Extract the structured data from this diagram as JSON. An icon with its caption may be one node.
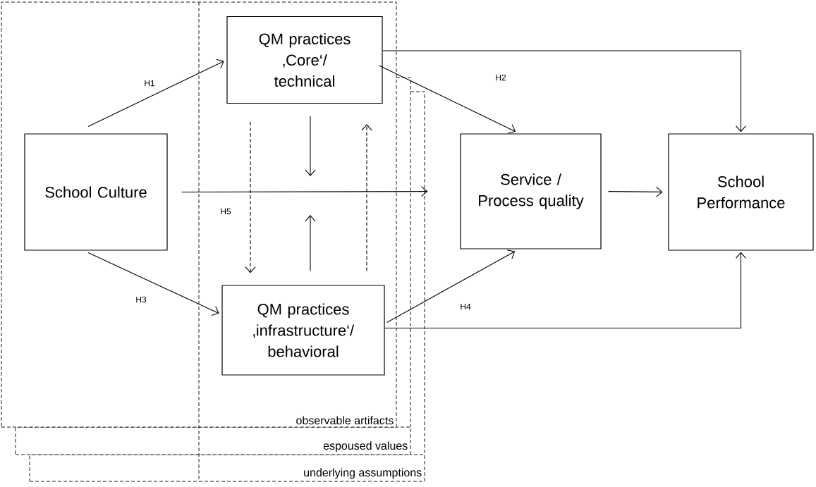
{
  "diagram": {
    "nodes": [
      {
        "text": [
          "observable artifacts"
        ]
      },
      {
        "text": [
          "espoused values"
        ]
      },
      {
        "text": [
          "underlying assumptions"
        ]
      },
      {
        "text": [
          "QM practices ‚Core‘/ technical"
        ],
        "in": 0
      },
      {
        "text": [
          "School Culture"
        ],
        "in": 0
      },
      {
        "text": [
          "QM practices ‚infrastructure‘/ behavioral"
        ],
        "in": 0
      },
      {
        "text": [
          "Service / Process quality"
        ]
      },
      {
        "text": [
          "School Performance"
        ]
      }
    ],
    "edges": [
      {
        "from": 4,
        "to": 3,
        "arrow": "to",
        "label": "H1"
      },
      {
        "from": 3,
        "to": 6,
        "arrow": "to",
        "label": "H2"
      },
      {
        "from": 4,
        "to": 5,
        "arrow": "to",
        "label": "H3"
      },
      {
        "from": 5,
        "to": 6,
        "arrow": "to",
        "label": "H4"
      },
      {
        "from": 4,
        "to": 6,
        "arrow": "to",
        "label": "H5"
      },
      {
        "from": 6,
        "to": 7,
        "arrow": "to"
      },
      {
        "from": 3,
        "to": 7,
        "arrow": "to"
      },
      {
        "from": 5,
        "to": 7,
        "arrow": "to"
      },
      {
        "from": 3,
        "to": 5,
        "arrow": "to",
        "style": "dashed"
      },
      {
        "from": 3,
        "to": null,
        "arrow": "to"
      },
      {
        "from": 5,
        "to": null,
        "arrow": "to"
      },
      {
        "from": 5,
        "to": 3,
        "arrow": "to",
        "style": "dashed"
      }
    ]
  }
}
